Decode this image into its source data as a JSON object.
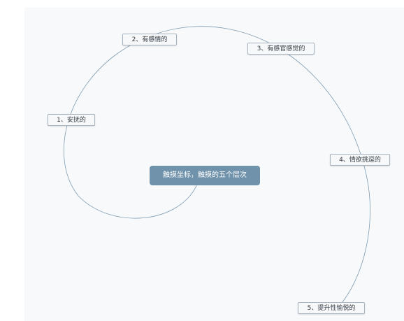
{
  "diagram": {
    "center": {
      "label": "触摸坐标，触摸的五个层次"
    },
    "nodes": [
      {
        "label": "1、安抚的"
      },
      {
        "label": "2、有感情的"
      },
      {
        "label": "3、有感官感觉的"
      },
      {
        "label": "4、情欲挑逗的"
      },
      {
        "label": "5、提升性愉悦的"
      }
    ]
  },
  "colors": {
    "background": "#ffffff",
    "panel": "#f7f9fb",
    "center_fill": "#7092ab",
    "node_border": "#aab4bf",
    "connector": "#7f9bb0"
  }
}
